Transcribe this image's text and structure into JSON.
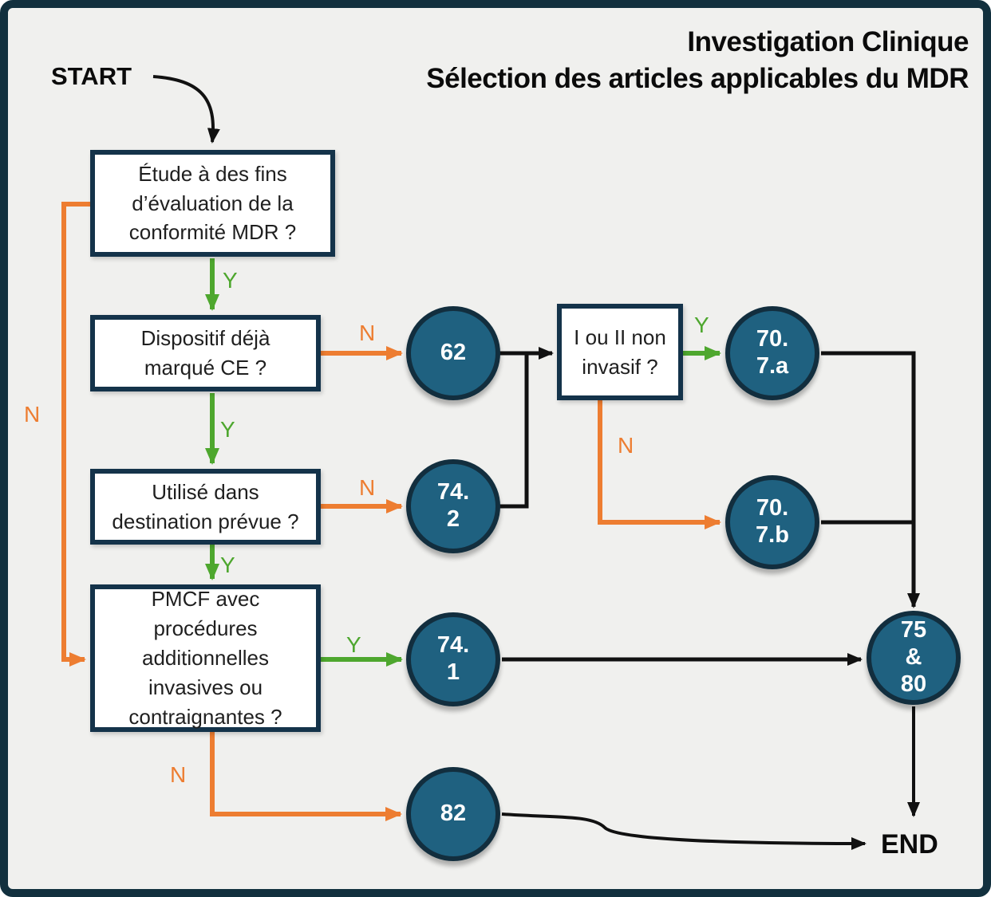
{
  "title": {
    "line1": "Investigation Clinique",
    "line2": "Sélection des articles applicables du MDR"
  },
  "start_label": "START",
  "end_label": "END",
  "edge_labels": {
    "yes": "Y",
    "no": "N"
  },
  "boxes": [
    {
      "id": "q1",
      "label": "Étude à des fins\nd’évaluation de la\nconformité MDR ?"
    },
    {
      "id": "q2",
      "label": "Dispositif déjà\nmarqué CE ?"
    },
    {
      "id": "q3",
      "label": "Utilisé dans\ndestination prévue ?"
    },
    {
      "id": "q4",
      "label": "PMCF avec\nprocédures\nadditionnelles\ninvasives ou\ncontraignantes ?"
    },
    {
      "id": "q5",
      "label": "I ou II non\ninvasif ?"
    }
  ],
  "nodes": [
    {
      "id": "62",
      "lines": [
        "62"
      ]
    },
    {
      "id": "74.2",
      "lines": [
        "74.",
        "2"
      ]
    },
    {
      "id": "74.1",
      "lines": [
        "74.",
        "1"
      ]
    },
    {
      "id": "82",
      "lines": [
        "82"
      ]
    },
    {
      "id": "70.7.a",
      "lines": [
        "70.",
        "7.a"
      ]
    },
    {
      "id": "70.7.b",
      "lines": [
        "70.",
        "7.b"
      ]
    },
    {
      "id": "75&80",
      "lines": [
        "75",
        "&",
        "80"
      ]
    }
  ],
  "colors": {
    "background": "#F0F0EE",
    "frame": "#12303E",
    "ink": "#111111",
    "green": "#4EA72E",
    "orange": "#ED7D31",
    "node_fill": "#1F6180",
    "node_border": "#122E3E",
    "box_bg": "#FFFFFF",
    "box_border": "#14334A",
    "text": "#1F1F1F"
  }
}
